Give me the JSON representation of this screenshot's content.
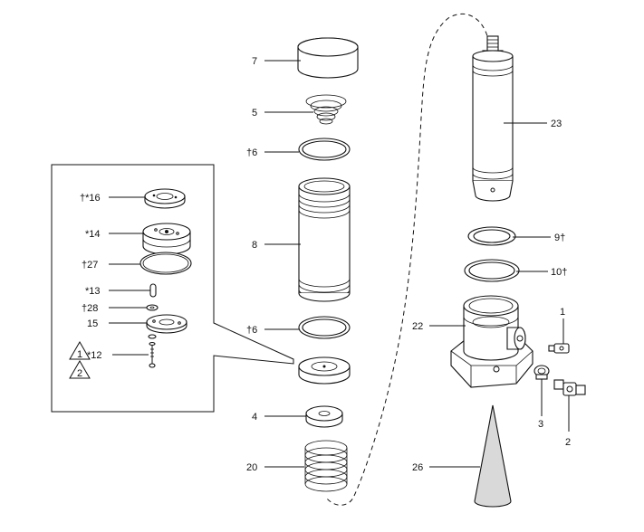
{
  "diagram": {
    "callouts": {
      "c7": "7",
      "c5": "5",
      "c6a": "†6",
      "c8": "8",
      "c6b": "†6",
      "c4": "4",
      "c20": "20",
      "c23": "23",
      "c9": "9†",
      "c10": "10†",
      "c22": "22",
      "c1": "1",
      "c3": "3",
      "c2": "2",
      "c26": "26",
      "c16": "†*16",
      "c14": "*14",
      "c27": "†27",
      "c13": "*13",
      "c28": "†28",
      "c15": "15",
      "c12": "*12",
      "tri1": "1",
      "tri2": "2"
    },
    "colors": {
      "line": "#111111",
      "cone_fill": "#d9d9d9"
    }
  }
}
